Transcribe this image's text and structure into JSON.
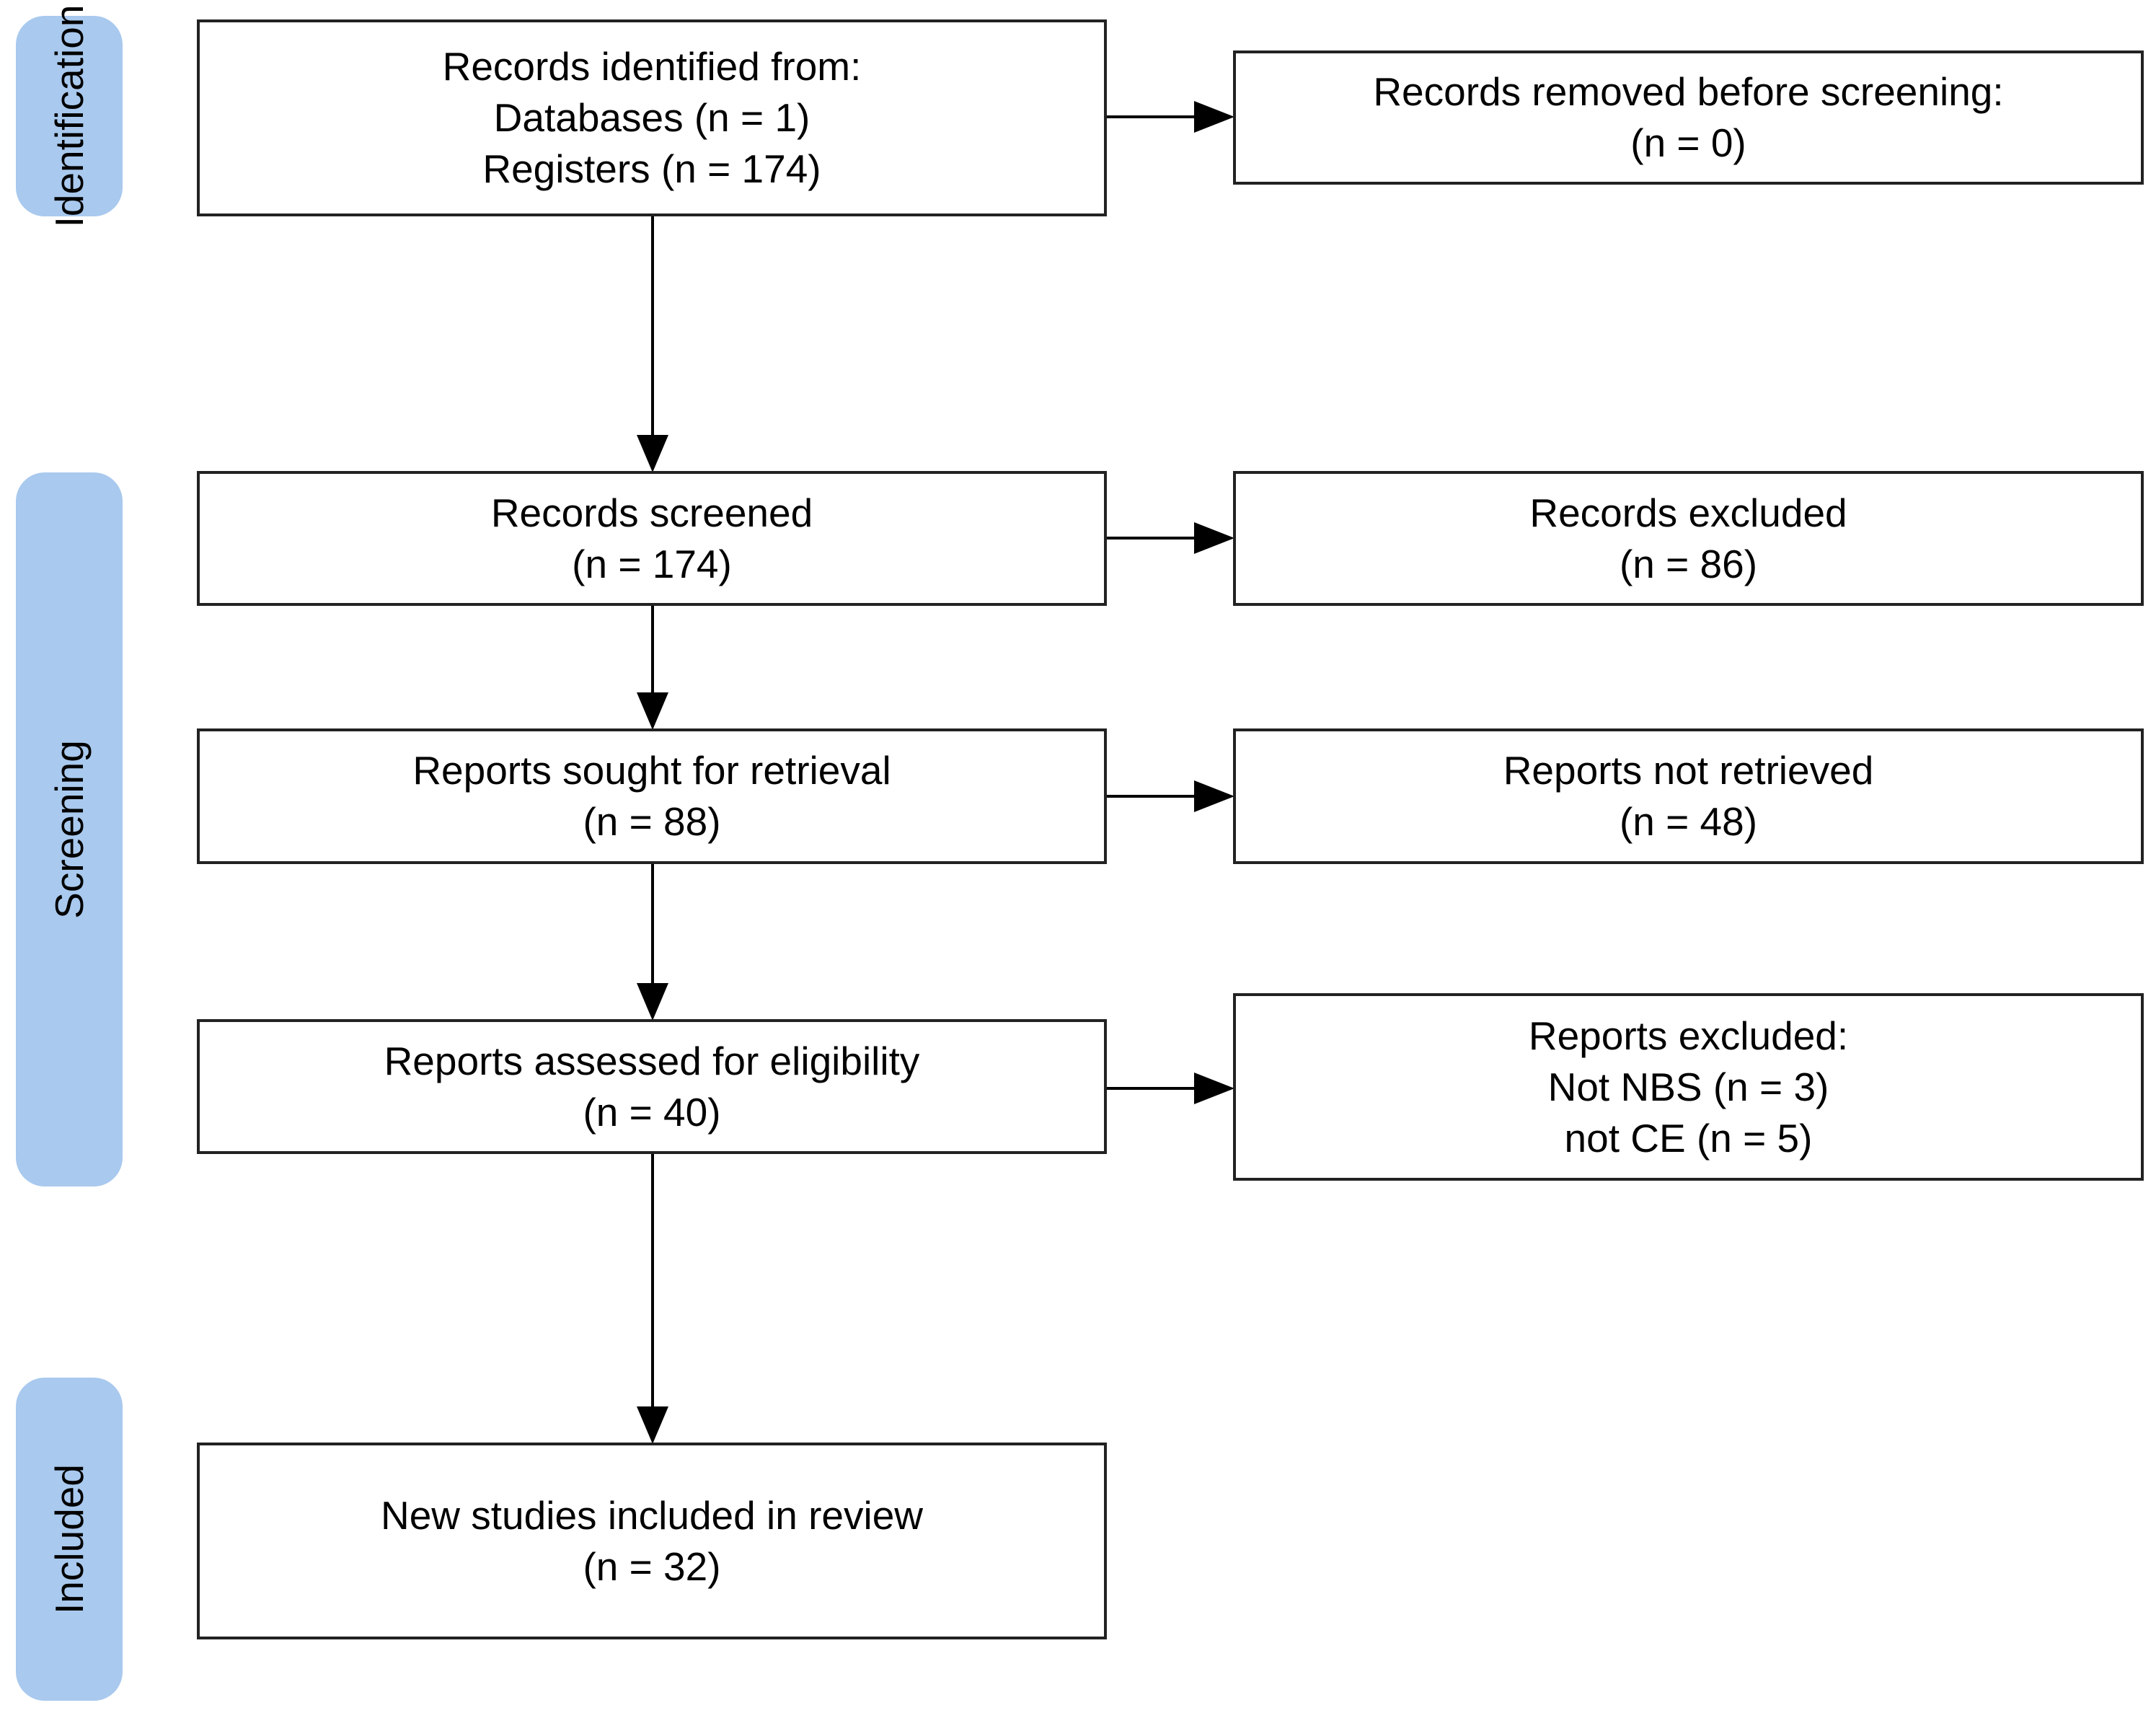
{
  "phases": {
    "identification": "Identification",
    "screening": "Screening",
    "included": "Included"
  },
  "boxes": {
    "identified": {
      "line1": "Records identified from:",
      "line2": "Databases (n = 1)",
      "line3": "Registers (n = 174)"
    },
    "removed": {
      "line1": "Records removed before screening:",
      "line2": "(n = 0)"
    },
    "screened": {
      "line1": "Records screened",
      "line2": "(n = 174)"
    },
    "excluded": {
      "line1": "Records excluded",
      "line2": "(n = 86)"
    },
    "sought": {
      "line1": "Reports sought for retrieval",
      "line2": "(n = 88)"
    },
    "not_retrieved": {
      "line1": "Reports not retrieved",
      "line2": "(n = 48)"
    },
    "assessed": {
      "line1": "Reports assessed for eligibility",
      "line2": "(n = 40)"
    },
    "reports_excluded": {
      "line1": "Reports excluded:",
      "line2": "Not NBS (n = 3)",
      "line3": "not CE (n = 5)"
    },
    "included": {
      "line1": "New studies included in review",
      "line2": "(n = 32)"
    }
  },
  "colors": {
    "phase_fill": "#a9c9ee",
    "box_border": "#222222",
    "arrow": "#000000"
  }
}
